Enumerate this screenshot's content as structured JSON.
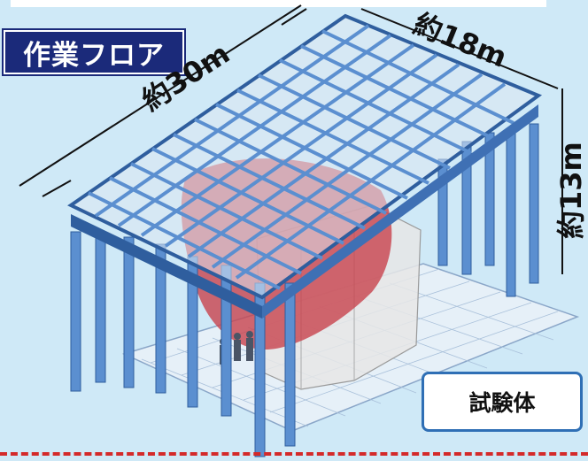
{
  "title": "作業フロア",
  "dimensions": {
    "length": "約30m",
    "width": "約18m",
    "height": "約13m"
  },
  "callout": "試験体",
  "colors": {
    "background": "#cfe9f7",
    "title_bg": "#1b2a7a",
    "steel": "#5b8fd0",
    "steel_dark": "#2f5e9e",
    "vessel": "#c8424c",
    "specimen": "#e8e8e8",
    "divider": "#d42a2a"
  }
}
